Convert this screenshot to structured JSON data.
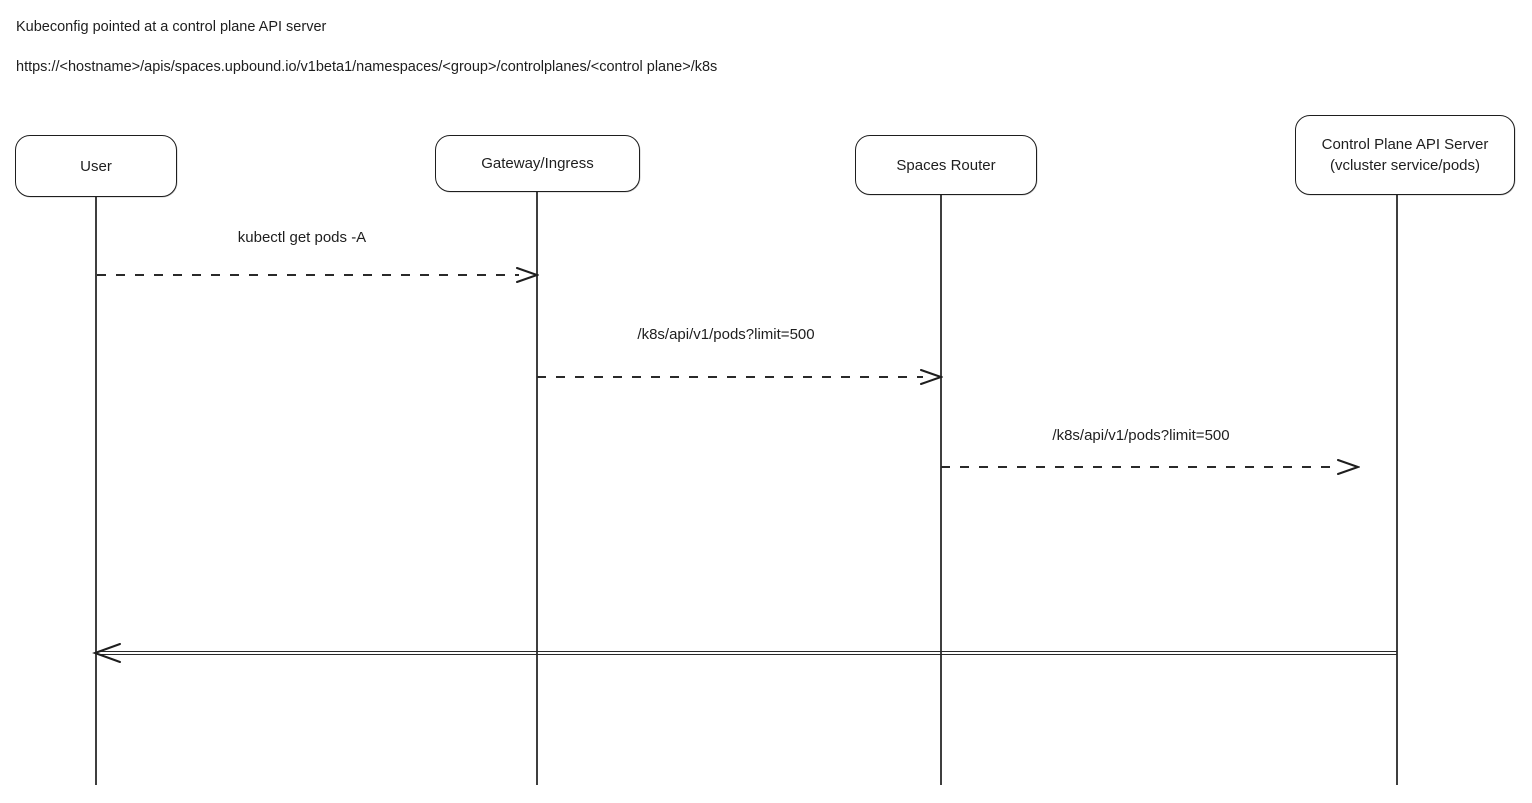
{
  "header": {
    "title": "Kubeconfig pointed at a control plane API server",
    "url": "https://<hostname>/apis/spaces.upbound.io/v1beta1/namespaces/<group>/controlplanes/<control plane>/k8s"
  },
  "diagram": {
    "type": "sequence",
    "colors": {
      "stroke": "#1e1e1e",
      "background": "#ffffff"
    },
    "actors": [
      {
        "label": "User",
        "sublabel": ""
      },
      {
        "label": "Gateway/Ingress",
        "sublabel": ""
      },
      {
        "label": "Spaces Router",
        "sublabel": ""
      },
      {
        "label": "Control Plane API Server",
        "sublabel": "(vcluster service/pods)"
      }
    ],
    "messages": [
      {
        "from": "User",
        "to": "Gateway/Ingress",
        "label": "kubectl get pods -A",
        "line": "dashed",
        "direction": "right"
      },
      {
        "from": "Gateway/Ingress",
        "to": "Spaces Router",
        "label": "/k8s/api/v1/pods?limit=500",
        "line": "dashed",
        "direction": "right"
      },
      {
        "from": "Spaces Router",
        "to": "Control Plane API Server",
        "label": "/k8s/api/v1/pods?limit=500",
        "line": "dashed",
        "direction": "right"
      },
      {
        "from": "Control Plane API Server",
        "to": "User",
        "label": "",
        "line": "solid",
        "direction": "left"
      }
    ]
  }
}
